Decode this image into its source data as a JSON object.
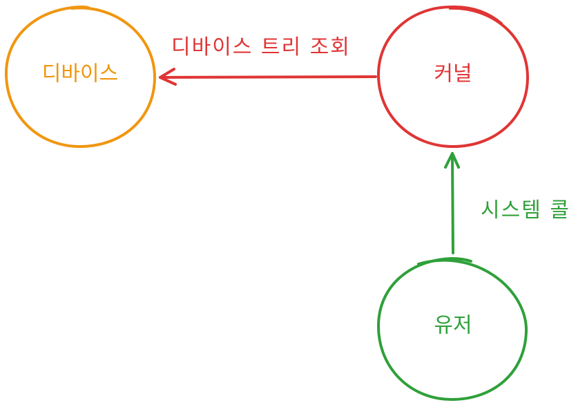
{
  "nodes": {
    "device": {
      "label": "디바이스",
      "color": "#F0960F"
    },
    "kernel": {
      "label": "커널",
      "color": "#E03535"
    },
    "user": {
      "label": "유저",
      "color": "#2FA03A"
    }
  },
  "edges": {
    "kernel_to_device": {
      "label": "디바이스 트리 조회",
      "color": "#E03535"
    },
    "user_to_kernel": {
      "label": "시스템 콜",
      "color": "#2FA03A"
    }
  }
}
